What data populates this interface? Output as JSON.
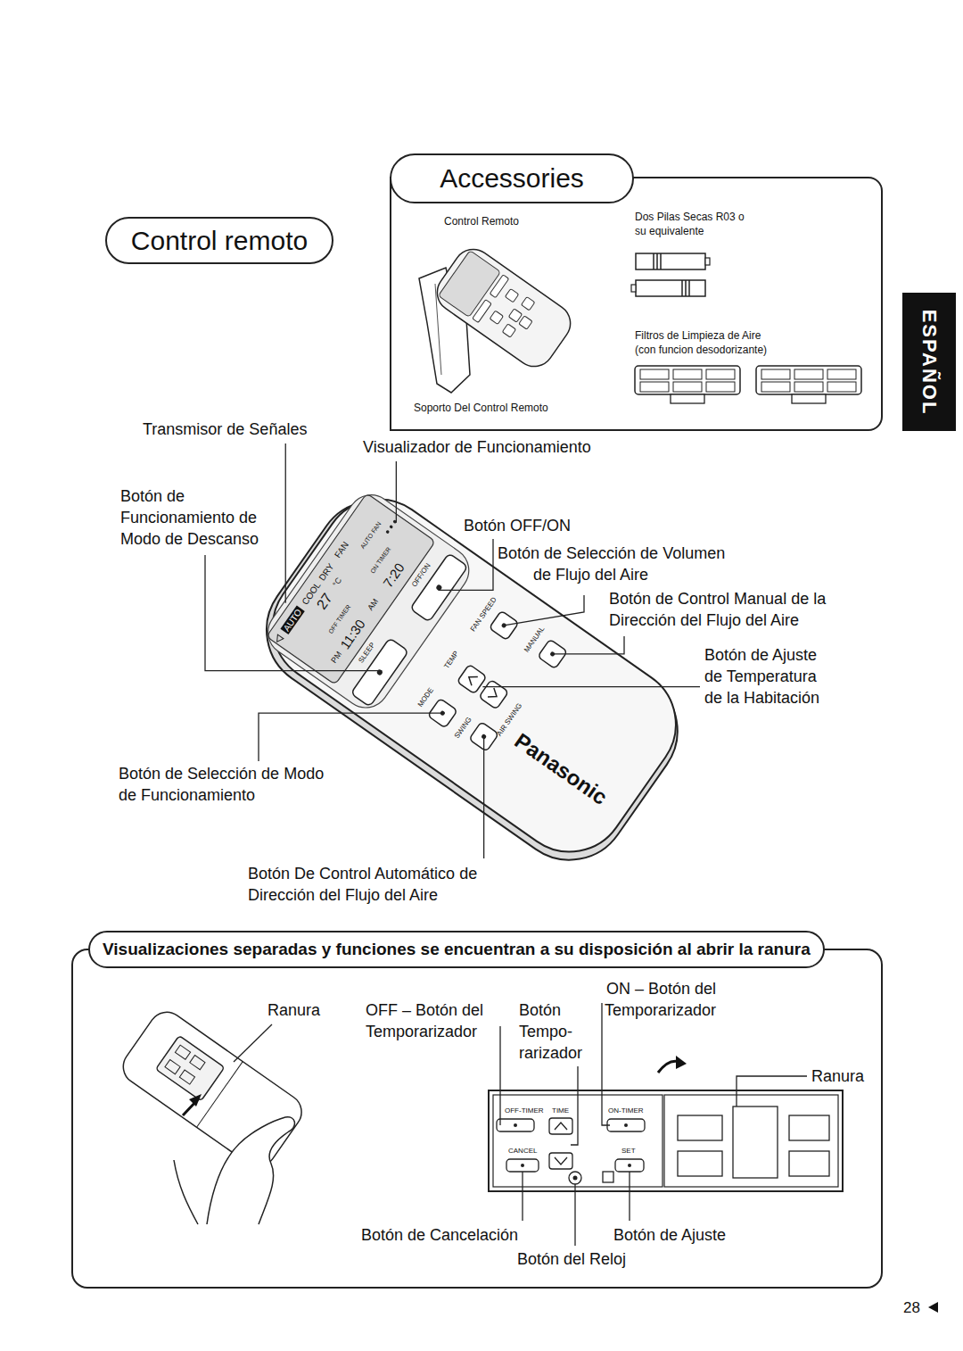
{
  "diagram": {
    "nodes": [
      {
        "text": [
          "Accessories"
        ]
      },
      {
        "text": [
          "Control remoto"
        ]
      },
      {
        "text": [
          "ESPAÑOL"
        ]
      },
      {
        "text": [
          "Visualizaciones separadas y funciones se encuentran a su disposición al abrir la ranura"
        ]
      }
    ],
    "labels": [
      "Control Remoto",
      "Dos Pilas Secas R03 o su equivalente",
      "Filtros de Limpieza de Aire (con funcion desodorizante)",
      "Soporto Del Control Remoto",
      "AUTO",
      "COOL",
      "DRY",
      "FAN",
      "AUTO FAN",
      "27",
      "°C",
      "OFF TIMER",
      "ON TIMER",
      "PM",
      "11:30",
      "AM",
      "7:20",
      "SLEEP",
      "OFF/ON",
      "FAN SPEED",
      "TEMP",
      "MANUAL",
      "MODE",
      "SWING",
      "AIR SWING",
      "Panasonic",
      "Transmisor de Señales",
      "Visualizador de Funcionamiento",
      "Botón de Funcionamiento de Modo de Descanso",
      "Botón OFF/ON",
      "Botón de Selección de Volumen de Flujo del Aire",
      "Botón de Control Manual de la Dirección del Flujo del Aire",
      "Botón de Ajuste de Temperatura de la Habitación",
      "Botón de Selección de Modo de Funcionamiento",
      "Botón De Control Automático de Dirección del Flujo del Aire",
      "ON – Botón del Temporarizador",
      "Ranura",
      "OFF – Botón del Temporarizador",
      "Botón Tempo- rarizador",
      "Ranura",
      "OFF-TIMER",
      "TIME",
      "ON-TIMER",
      "CANCEL",
      "SET",
      "Botón de Cancelación",
      "Botón de Ajuste",
      "Botón del Reloj",
      "28"
    ]
  }
}
